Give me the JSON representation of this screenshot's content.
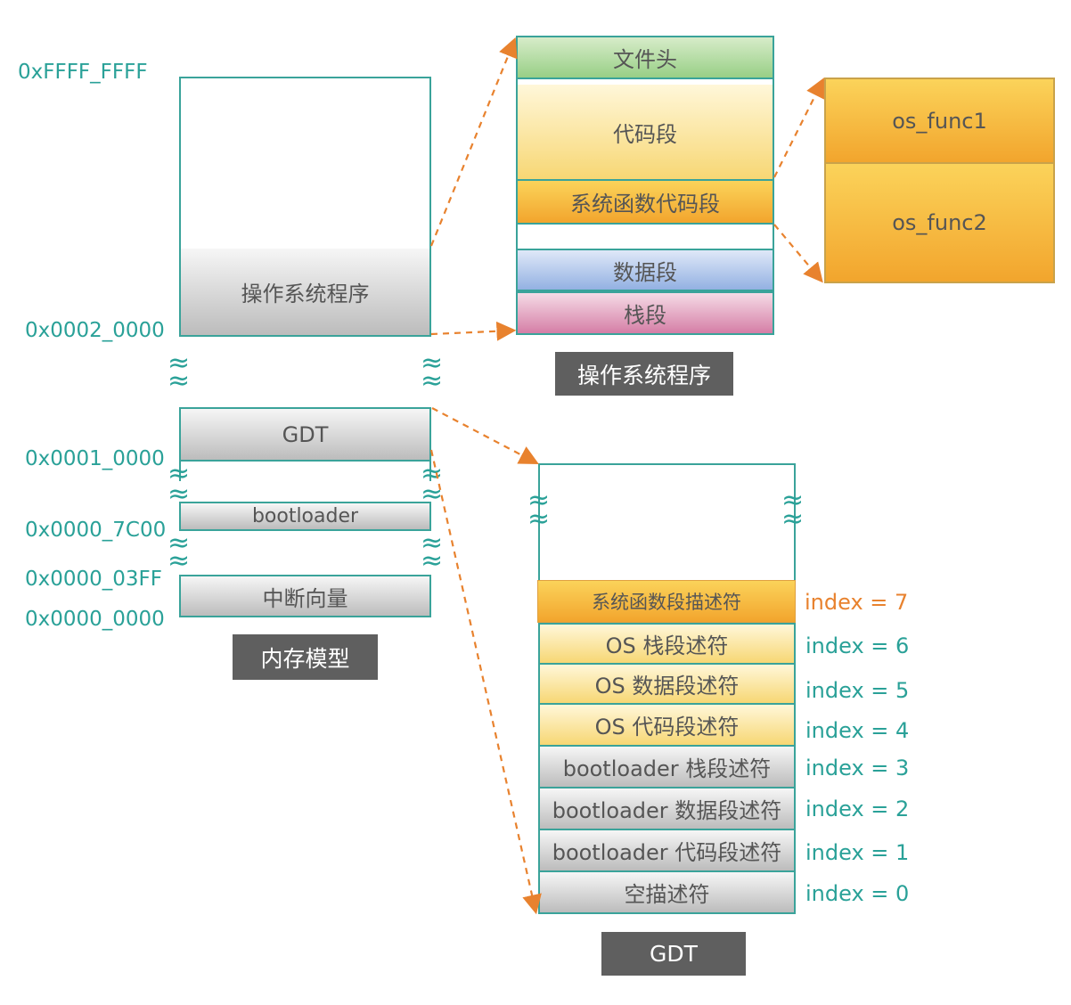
{
  "memory_model": {
    "caption": "内存模型",
    "addresses": [
      "0xFFFF_FFFF",
      "0x0002_0000",
      "0x0001_0000",
      "0x0000_7C00",
      "0x0000_03FF",
      "0x0000_0000"
    ],
    "os_program_label": "操作系统程序",
    "gdt_label": "GDT",
    "bootloader_label": "bootloader",
    "interrupt_vector_label": "中断向量"
  },
  "os_program": {
    "caption": "操作系统程序",
    "file_header": "文件头",
    "code_segment": "代码段",
    "sys_func_code_segment": "系统函数代码段",
    "data_segment": "数据段",
    "stack_segment": "栈段"
  },
  "functions": {
    "func1": "os_func1",
    "func2": "os_func2"
  },
  "gdt": {
    "caption": "GDT",
    "entries": [
      {
        "label": "系统函数段描述符",
        "index": "index = 7"
      },
      {
        "label": "OS 栈段述符",
        "index": "index = 6"
      },
      {
        "label": "OS 数据段述符",
        "index": "index = 5"
      },
      {
        "label": "OS 代码段述符",
        "index": "index = 4"
      },
      {
        "label": "bootloader 栈段述符",
        "index": "index = 3"
      },
      {
        "label": "bootloader 数据段述符",
        "index": "index = 2"
      },
      {
        "label": "bootloader 代码段述符",
        "index": "index = 1"
      },
      {
        "label": "空描述符",
        "index": "index = 0"
      }
    ]
  },
  "colors": {
    "teal": "#2aa198",
    "arrow_orange": "#e8822e",
    "caption_bg": "#5f5f5f"
  }
}
